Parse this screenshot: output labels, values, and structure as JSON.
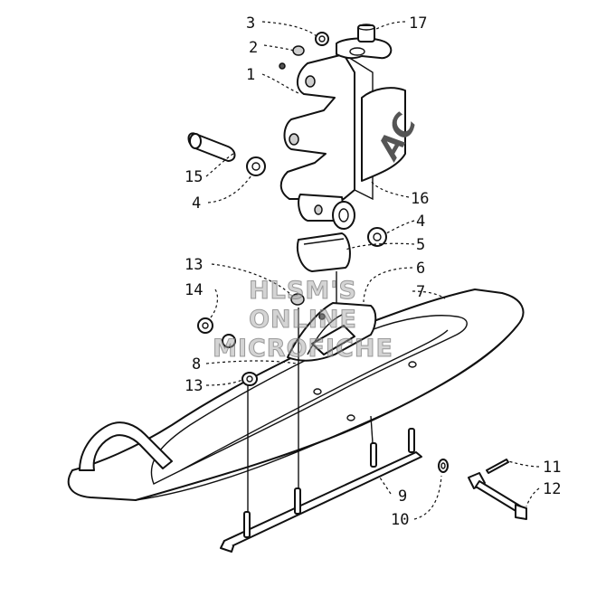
{
  "callouts": [
    {
      "id": "c3",
      "label": "3"
    },
    {
      "id": "c17",
      "label": "17"
    },
    {
      "id": "c2",
      "label": "2"
    },
    {
      "id": "c1",
      "label": "1"
    },
    {
      "id": "c15",
      "label": "15"
    },
    {
      "id": "c4a",
      "label": "4"
    },
    {
      "id": "c16",
      "label": "16"
    },
    {
      "id": "c4b",
      "label": "4"
    },
    {
      "id": "c5",
      "label": "5"
    },
    {
      "id": "c13a",
      "label": "13"
    },
    {
      "id": "c6",
      "label": "6"
    },
    {
      "id": "c7",
      "label": "7"
    },
    {
      "id": "c14",
      "label": "14"
    },
    {
      "id": "c8",
      "label": "8"
    },
    {
      "id": "c13b",
      "label": "13"
    },
    {
      "id": "c11",
      "label": "11"
    },
    {
      "id": "c12",
      "label": "12"
    },
    {
      "id": "c9",
      "label": "9"
    },
    {
      "id": "c10",
      "label": "10"
    }
  ],
  "watermark": {
    "line1": "HLSM'S",
    "line2": "ONLINE",
    "line3": "MICROFICHE"
  },
  "decal_text": "AC"
}
